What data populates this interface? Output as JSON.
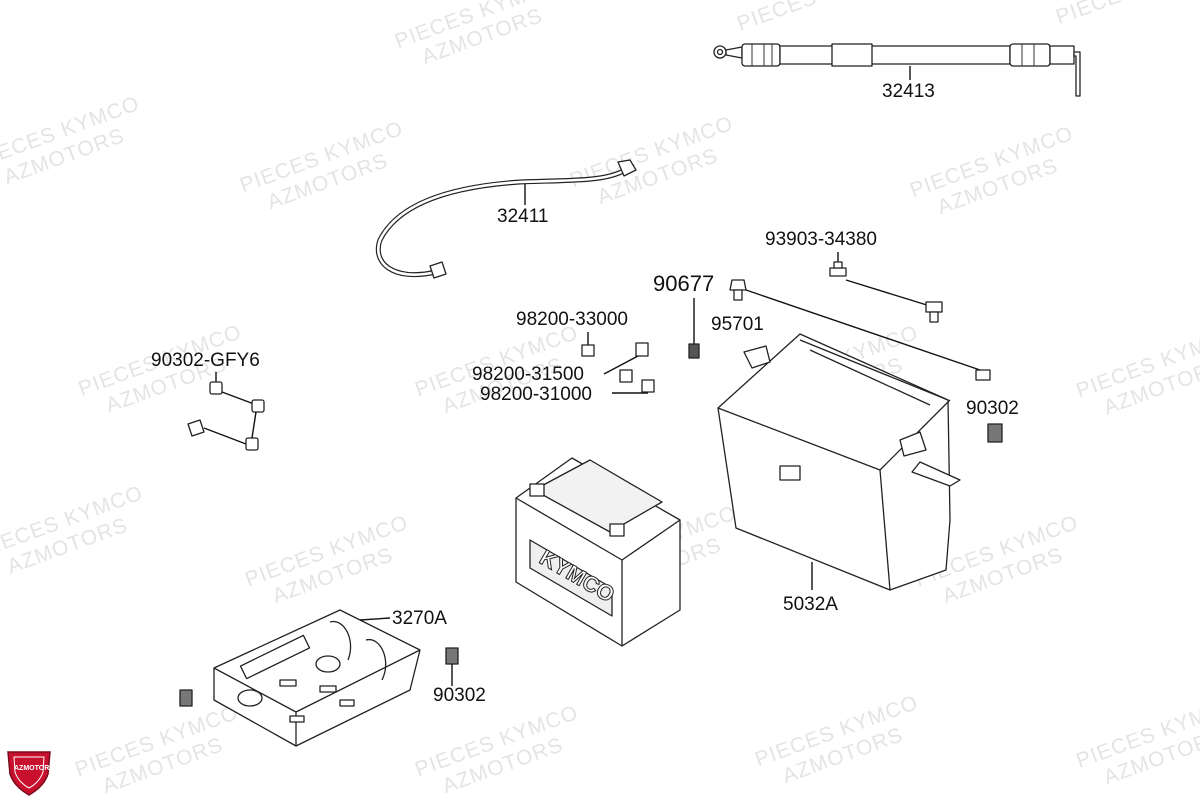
{
  "watermark": {
    "line1": "PIECES KYMCO",
    "line2": "AZMOTORS"
  },
  "logo": {
    "text": "AZMOTORS",
    "color": "#c8102e"
  },
  "battery_brand": "KYMCO",
  "callouts": {
    "c32413": "32413",
    "c32411": "32411",
    "c93903": "93903-34380",
    "c90677": "90677",
    "c95701": "95701",
    "c98200a": "98200-33000",
    "c98200b": "98200-31500",
    "c98200c": "98200-31000",
    "c90302gfy6": "90302-GFY6",
    "c90302r": "90302",
    "c5032a": "5032A",
    "c3270a": "3270A",
    "c90302b": "90302"
  }
}
